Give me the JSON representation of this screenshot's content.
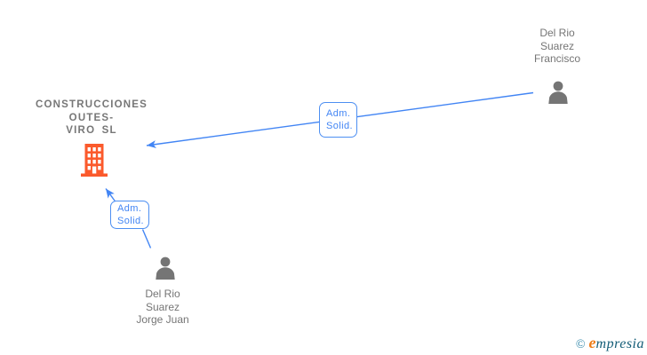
{
  "diagram": {
    "company": {
      "name_lines": [
        "CONSTRUCCIONES",
        "OUTES-",
        "VIRO SL"
      ],
      "icon": "building-icon"
    },
    "persons": [
      {
        "id": "francisco",
        "name_lines": [
          "Del Rio",
          "Suarez",
          "Francisco"
        ],
        "icon": "person-icon"
      },
      {
        "id": "jorge-juan",
        "name_lines": [
          "Del Rio",
          "Suarez",
          "Jorge Juan"
        ],
        "icon": "person-icon"
      }
    ],
    "edges": [
      {
        "from": "Del Rio Suarez Francisco",
        "to": "CONSTRUCCIONES OUTES-VIRO SL",
        "label_lines": [
          "Adm.",
          "Solid."
        ]
      },
      {
        "from": "Del Rio Suarez Jorge Juan",
        "to": "CONSTRUCCIONES OUTES-VIRO SL",
        "label_lines": [
          "Adm.",
          "Solid."
        ]
      }
    ],
    "colors": {
      "edge_blue": "#4285f4",
      "label_text_gray": "#757575",
      "company_text_gray": "#777777",
      "building_orange": "#fb5a2c",
      "person_gray": "#757575"
    }
  },
  "footer": {
    "copyright_symbol": "©",
    "brand_lead": "e",
    "brand_rest": "mpresia",
    "colors": {
      "copyright": "#2c84a8",
      "lead": "#ee7d18",
      "rest": "#145d77"
    }
  }
}
